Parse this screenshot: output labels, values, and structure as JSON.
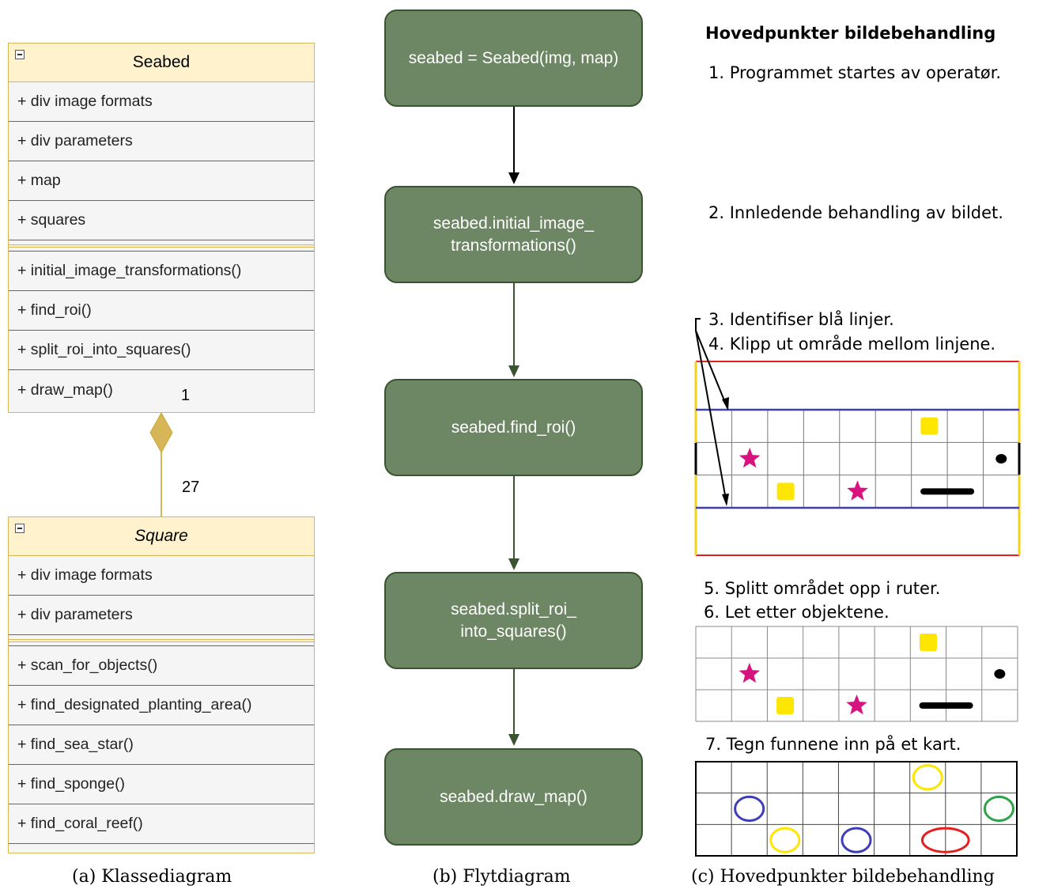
{
  "class_diagram": {
    "seabed": {
      "name": "Seabed",
      "attributes": [
        "+ div image formats",
        "+ div parameters",
        "+ map",
        "+ squares"
      ],
      "methods": [
        "+ initial_image_transformations()",
        "+ find_roi()",
        "+ split_roi_into_squares()",
        "+ draw_map()"
      ]
    },
    "square": {
      "name": "Square",
      "attributes": [
        "+ div image formats",
        "+ div parameters"
      ],
      "methods": [
        "+ scan_for_objects()",
        "+ find_designated_planting_area()",
        "+ find_sea_star()",
        "+ find_sponge()",
        "+ find_coral_reef()"
      ]
    },
    "multiplicity_top": "1",
    "multiplicity_bottom": "27",
    "colors": {
      "header": "#fff2cc",
      "border": "#d6b656",
      "row": "#f5f5f5"
    }
  },
  "flowchart": {
    "steps": [
      [
        "seabed = Seabed(img, map)"
      ],
      [
        "seabed.initial_image_",
        "transformations()"
      ],
      [
        "seabed.find_roi()"
      ],
      [
        "seabed.split_roi_",
        "into_squares()"
      ],
      [
        "seabed.draw_map()"
      ]
    ],
    "colors": {
      "fill": "#6d8764",
      "border": "#3a5431",
      "text": "#ffffff"
    }
  },
  "main_points": {
    "title": "Hovedpunkter bildebehandling",
    "step1": "1. Programmet startes av operatør.",
    "step2": "2. Innledende behandling av bildet.",
    "step3": "3. Identifiser blå linjer.",
    "step4": "4. Klipp ut område mellom linjene.",
    "step5": "5. Splitt området opp i ruter.",
    "step6": "6. Let etter objektene.",
    "step7": "7. Tegn funnene inn på et kart."
  },
  "captions": {
    "a": "(a) Klassediagram",
    "b": "(b) Flytdiagram",
    "c": "(c) Hovedpunkter bildebehandling"
  },
  "grid": {
    "columns": 9,
    "rows": 3,
    "objects": [
      {
        "type": "yellow-square",
        "row": 0,
        "col": 6
      },
      {
        "type": "magenta-star",
        "row": 1,
        "col": 1
      },
      {
        "type": "black-dot",
        "row": 1,
        "col": 8
      },
      {
        "type": "yellow-square",
        "row": 2,
        "col": 2
      },
      {
        "type": "magenta-star",
        "row": 2,
        "col": 4
      },
      {
        "type": "black-bar",
        "row": 2,
        "col": 6,
        "span": 2
      }
    ],
    "map_markers": [
      {
        "color": "yellow",
        "row": 0,
        "col": 6
      },
      {
        "color": "blue",
        "row": 1,
        "col": 1
      },
      {
        "color": "green",
        "row": 1,
        "col": 8
      },
      {
        "color": "yellow",
        "row": 2,
        "col": 2
      },
      {
        "color": "blue",
        "row": 2,
        "col": 4
      },
      {
        "color": "red",
        "row": 2,
        "col": 6,
        "span": 2
      }
    ],
    "colors": {
      "yellow": "#ffe600",
      "magenta": "#d6137e",
      "blue": "#3e3eb8",
      "red": "#e32020",
      "green": "#2ea34a",
      "frame_yellow": "#f2d21a"
    }
  }
}
